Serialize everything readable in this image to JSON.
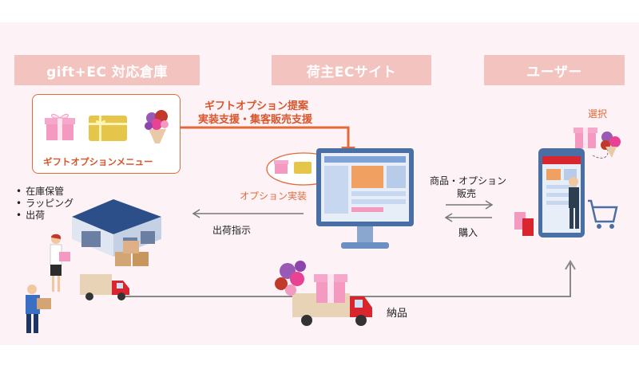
{
  "headers": {
    "warehouse": "gift+EC 対応倉庫",
    "ec_site": "荷主ECサイト",
    "user": "ユーザー"
  },
  "gift_menu": {
    "label": "ギフトオプションメニュー"
  },
  "proposal": {
    "line1": "ギフトオプション提案",
    "line2": "実装支援・集客販売支援"
  },
  "option_impl": "オプション実装",
  "select_label": "選択",
  "warehouse_services": [
    "在庫保管",
    "ラッピング",
    "出荷"
  ],
  "shipping_instruction": "出荷指示",
  "product_sale": {
    "line1": "商品・オプション",
    "line2": "販売"
  },
  "purchase": "購入",
  "delivery": "納品",
  "colors": {
    "header_bg": "#f3c3bf",
    "accent_orange": "#e26a3a",
    "panel_bg": "#fdf2f6",
    "gift_pink": "#f49ac1",
    "gold": "#e6c64a",
    "truck_red": "#d9252e",
    "monitor_blue": "#4a6fa5"
  },
  "icons": [
    "gift-box-icon",
    "gold-card-icon",
    "bouquet-icon",
    "warehouse-icon",
    "delivery-truck-icon",
    "computer-monitor-icon",
    "smartphone-store-icon",
    "shopping-cart-icon",
    "worker-icon"
  ]
}
